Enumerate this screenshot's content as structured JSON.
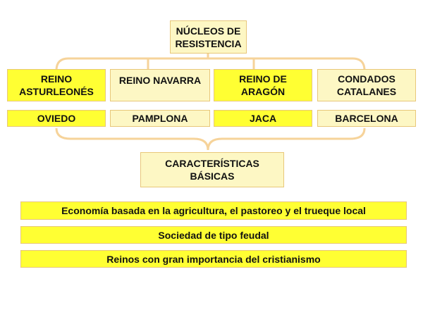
{
  "root": {
    "label_line1": "NÚCLEOS DE",
    "label_line2": "RESISTENCIA"
  },
  "kingdoms": [
    {
      "name_line1": "REINO",
      "name_line2": "ASTURLEONÉS",
      "capital": "OVIEDO"
    },
    {
      "name_line1": "REINO NAVARRA",
      "name_line2": "",
      "capital": "PAMPLONA"
    },
    {
      "name_line1": "REINO DE",
      "name_line2": "ARAGÓN",
      "capital": "JACA"
    },
    {
      "name_line1": "CONDADOS",
      "name_line2": "CATALANES",
      "capital": "BARCELONA"
    }
  ],
  "characteristics": {
    "label_line1": "CARACTERÍSTICAS",
    "label_line2": "BÁSICAS"
  },
  "features": [
    "Economía basada en la agricultura, el pastoreo y el trueque local",
    "Sociedad de tipo feudal",
    "Reinos con gran importancia del cristianismo"
  ],
  "colors": {
    "connector": "#f6d39a",
    "light_fill": "#fdf7c4",
    "bright_fill": "#ffff33"
  }
}
